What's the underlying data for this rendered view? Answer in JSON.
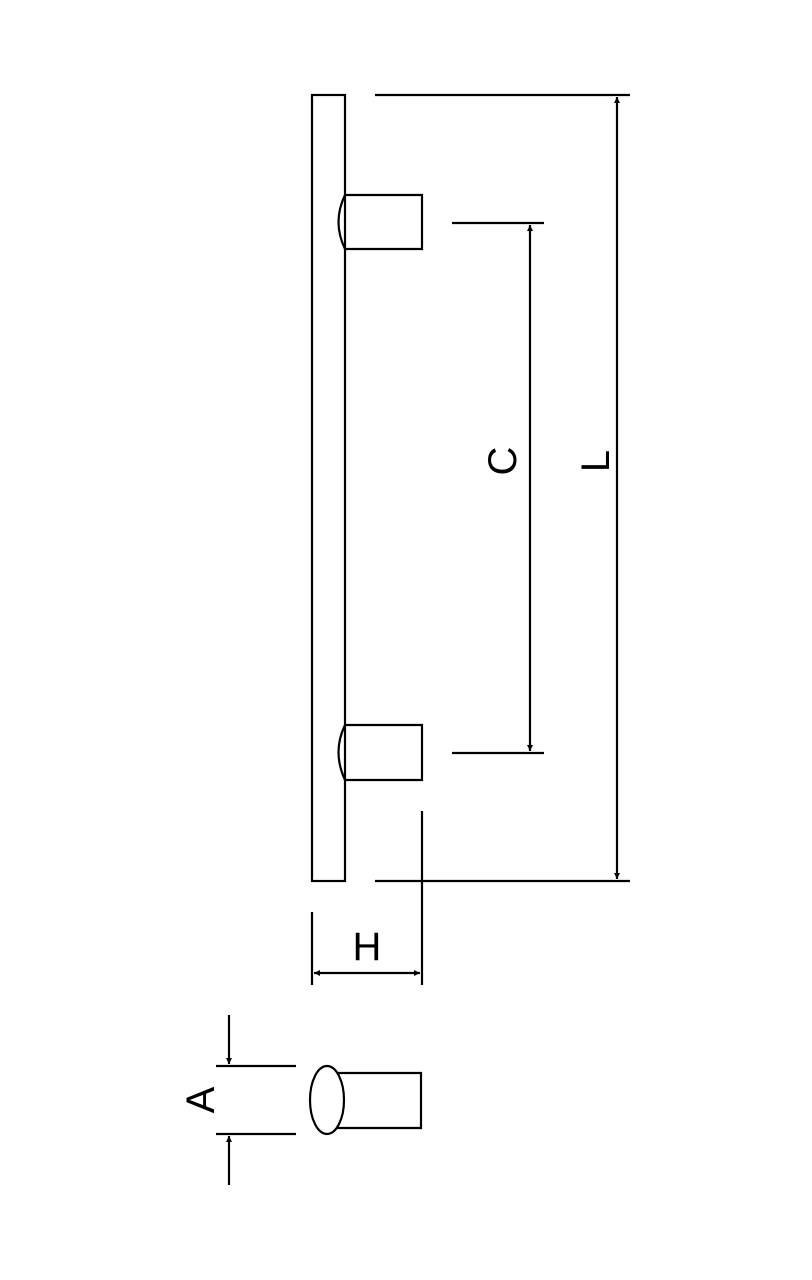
{
  "drawing": {
    "subject": "bar pull handle, side view and end view",
    "line_color": "#000000",
    "background": "#ffffff"
  },
  "dimensions": {
    "L": {
      "label": "L",
      "meaning": "overall length"
    },
    "C": {
      "label": "C",
      "meaning": "center-to-center"
    },
    "H": {
      "label": "H",
      "meaning": "projection"
    },
    "A": {
      "label": "A",
      "meaning": "diameter"
    }
  }
}
